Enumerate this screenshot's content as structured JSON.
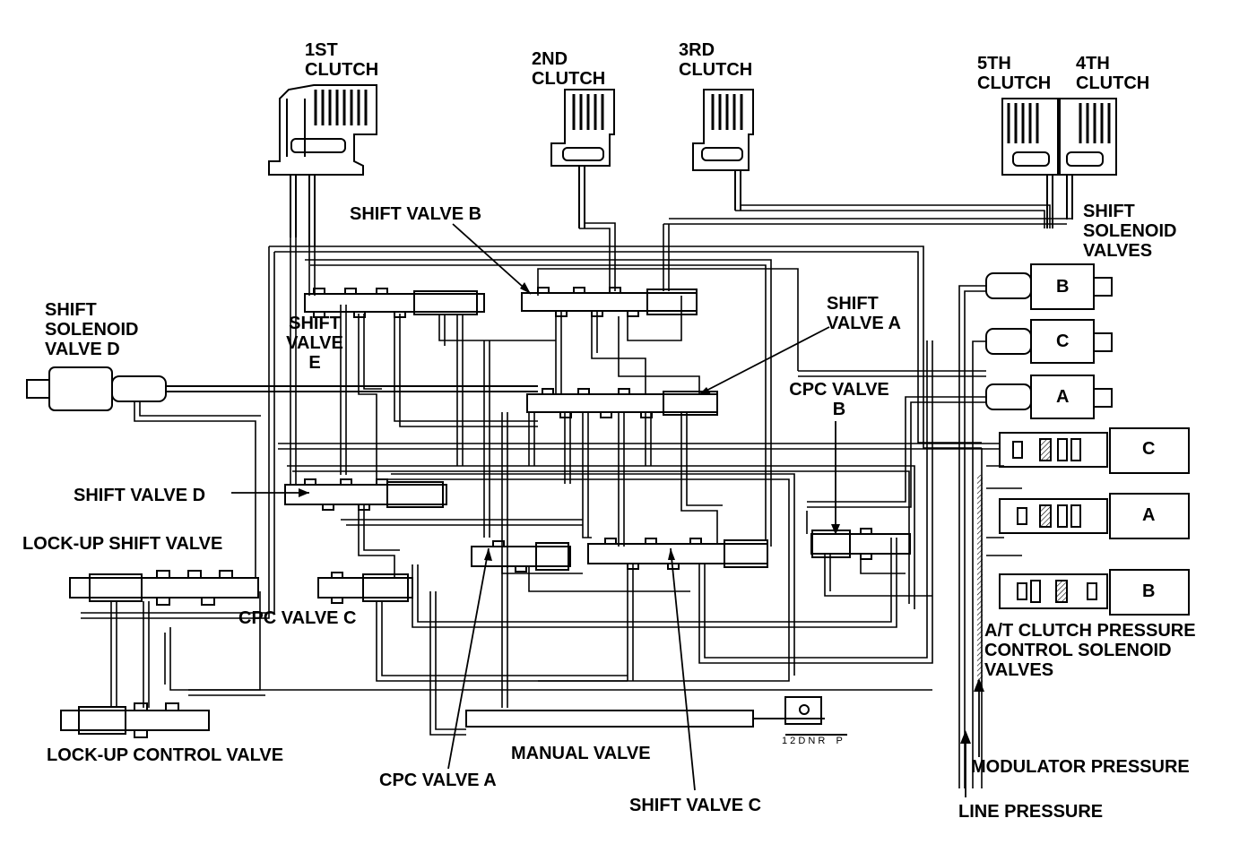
{
  "clutches": {
    "first": [
      "1ST",
      "CLUTCH"
    ],
    "second": [
      "2ND",
      "CLUTCH"
    ],
    "third": [
      "3RD",
      "CLUTCH"
    ],
    "fifth": [
      "5TH",
      "CLUTCH"
    ],
    "fourth": [
      "4TH",
      "CLUTCH"
    ]
  },
  "labels": {
    "shift_solenoid_valves": [
      "SHIFT",
      "SOLENOID",
      "VALVES"
    ],
    "shift_solenoid_valve_d": [
      "SHIFT",
      "SOLENOID",
      "VALVE D"
    ],
    "shift_valve_b": "SHIFT VALVE B",
    "shift_valve_a": [
      "SHIFT",
      "VALVE A"
    ],
    "shift_valve_e": [
      "SHIFT",
      "VALVE",
      "E"
    ],
    "cpc_valve_b": [
      "CPC VALVE",
      "B"
    ],
    "shift_valve_d": "SHIFT VALVE D",
    "lock_up_shift_valve": "LOCK-UP SHIFT VALVE",
    "cpc_valve_c": "CPC VALVE C",
    "lock_up_control_valve": "LOCK-UP CONTROL VALVE",
    "manual_valve": "MANUAL VALVE",
    "cpc_valve_a": "CPC VALVE A",
    "shift_valve_c": "SHIFT VALVE C",
    "at_clutch_pressure": [
      "A/T CLUTCH PRESSURE",
      "CONTROL SOLENOID",
      "VALVES"
    ],
    "modulator_pressure": "MODULATOR PRESSURE",
    "line_pressure": "LINE PRESSURE"
  },
  "solenoids": {
    "shift": [
      "B",
      "C",
      "A"
    ],
    "pressure_control": [
      "C",
      "A",
      "B"
    ]
  },
  "manual_positions": "1 2 D N R    P"
}
